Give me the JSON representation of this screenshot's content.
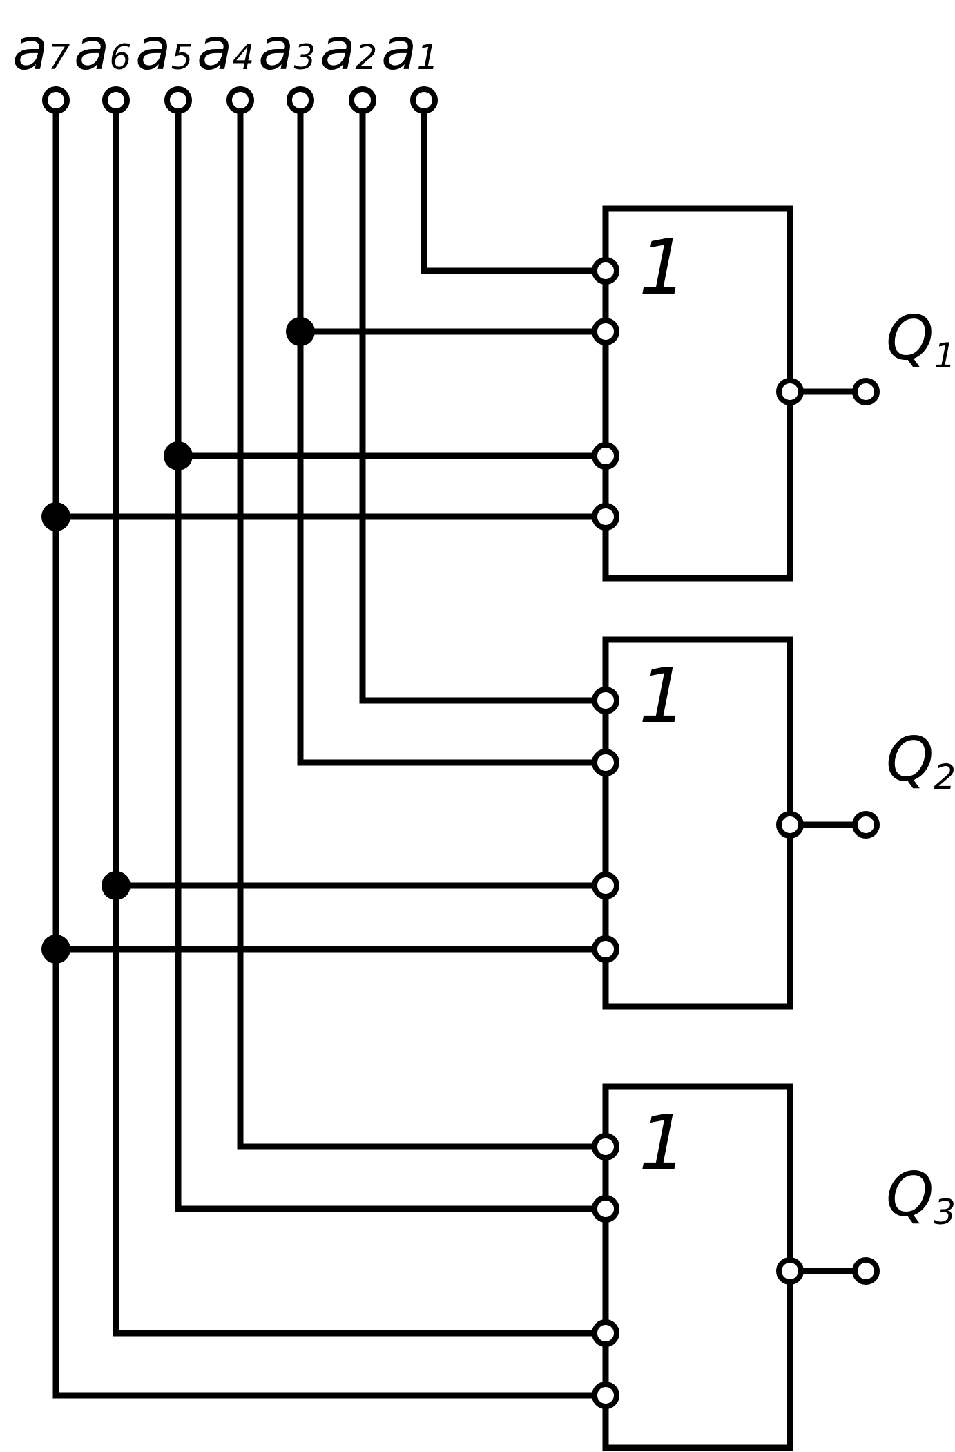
{
  "inputs": [
    {
      "letter": "a",
      "index": "7"
    },
    {
      "letter": "a",
      "index": "6"
    },
    {
      "letter": "a",
      "index": "5"
    },
    {
      "letter": "a",
      "index": "4"
    },
    {
      "letter": "a",
      "index": "3"
    },
    {
      "letter": "a",
      "index": "2"
    },
    {
      "letter": "a",
      "index": "1"
    }
  ],
  "gates": [
    {
      "symbol": "1",
      "output": {
        "letter": "Q",
        "index": "1"
      }
    },
    {
      "symbol": "1",
      "output": {
        "letter": "Q",
        "index": "2"
      }
    },
    {
      "symbol": "1",
      "output": {
        "letter": "Q",
        "index": "3"
      }
    }
  ]
}
